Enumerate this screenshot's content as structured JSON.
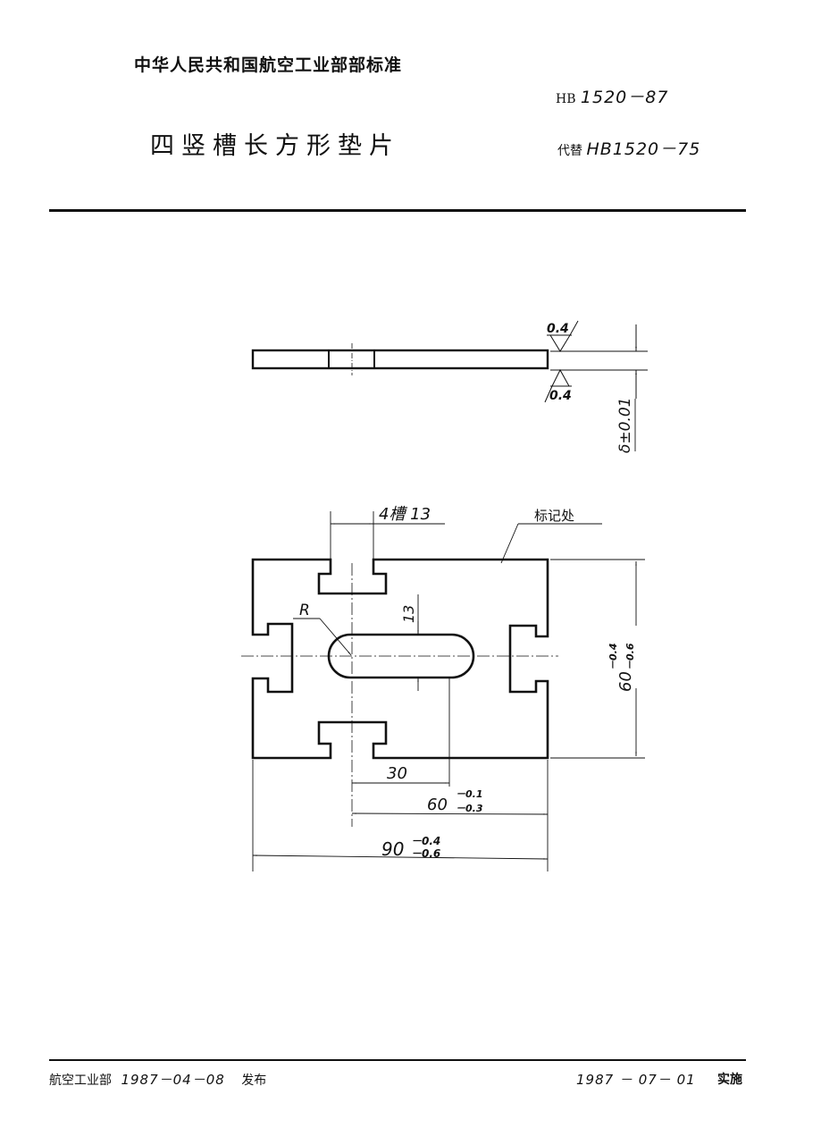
{
  "header": {
    "organization": "中华人民共和国航空工业部部标准",
    "standard_prefix": "HB",
    "standard_number": "1520－87",
    "title": "四竖槽长方形垫片",
    "replaces_label": "代替",
    "replaces_number": "HB1520－75"
  },
  "drawing": {
    "side_view": {
      "roughness_top": "0.4",
      "roughness_bottom": "0.4",
      "thickness": "δ±0.01"
    },
    "plan_view": {
      "slot_callout": "4槽 13",
      "marking_label": "标记处",
      "radius_label": "R",
      "slot_width": "13",
      "height_nominal": "60",
      "height_tol_upper": "－0.4",
      "height_tol_lower": "－0.6",
      "hole_offset": "30",
      "hole_span_nominal": "60",
      "hole_span_tol_upper": "－0.1",
      "hole_span_tol_lower": "－0.3",
      "width_nominal": "90",
      "width_tol_upper": "－0.4",
      "width_tol_lower": "－0.6"
    }
  },
  "footer": {
    "issuer": "航空工业部",
    "issue_date": "1987－04－08",
    "issue_label": "发布",
    "effective_date": "1987 － 07－ 01",
    "effective_label": "实施"
  }
}
